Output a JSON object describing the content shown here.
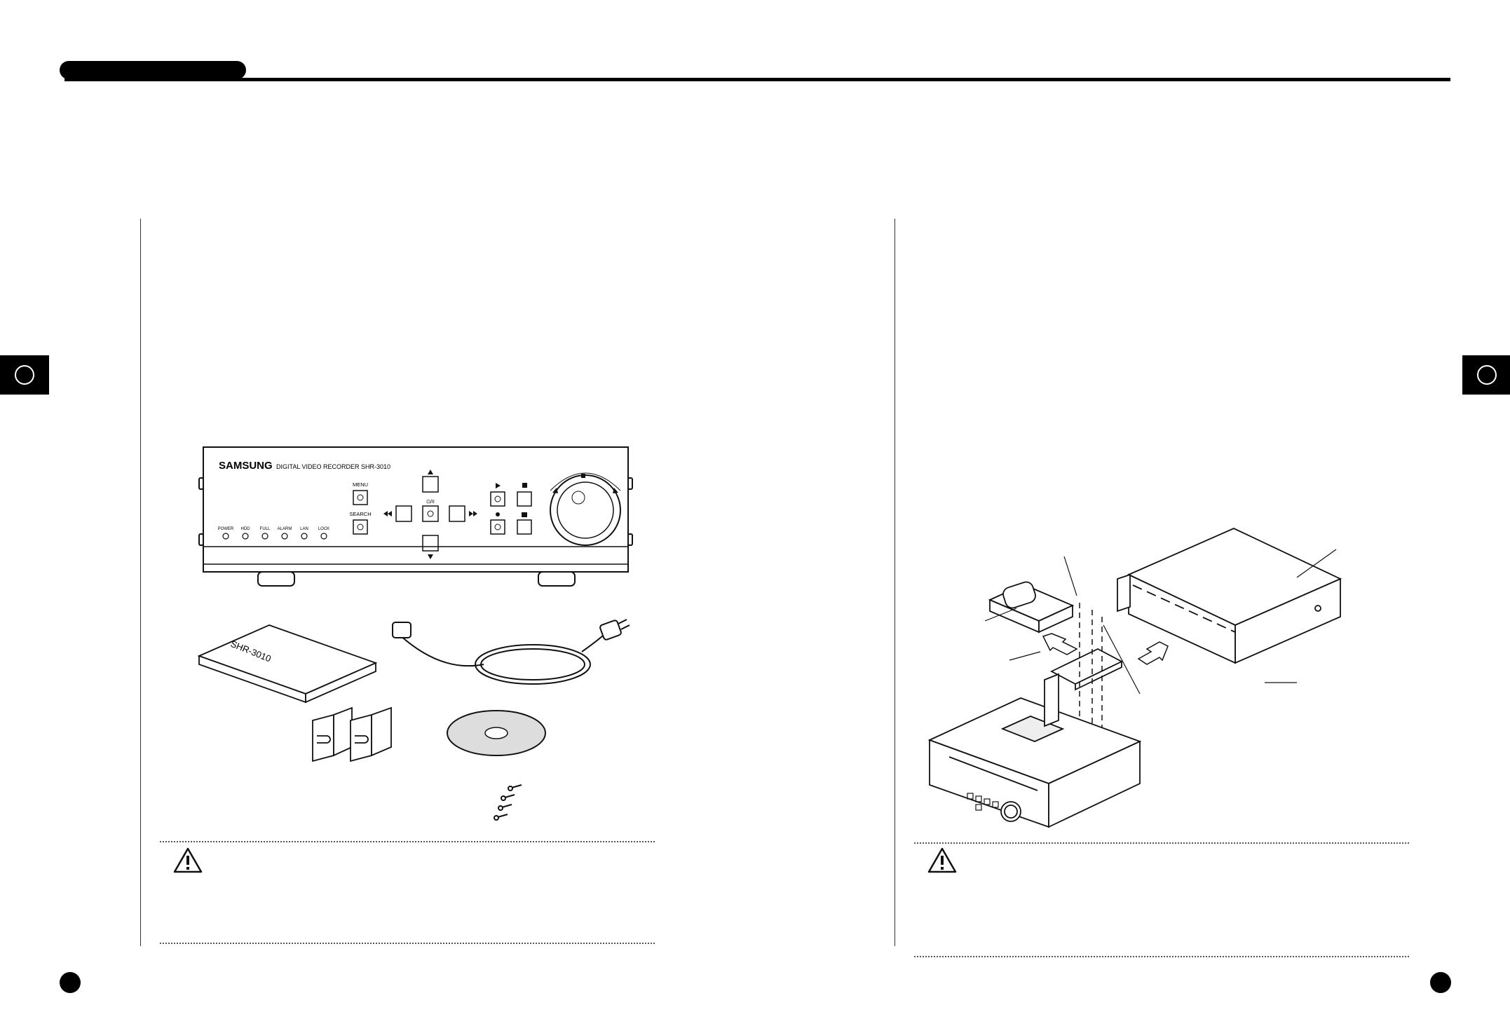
{
  "dvr_front": {
    "brand": "SAMSUNG",
    "model_text": "DIGITAL VIDEO RECORDER SHR-3010",
    "menu_label": "MENU",
    "search_label": "SEARCH",
    "center_label": "⊡/II",
    "leds": [
      "POWER",
      "HDD",
      "FULL",
      "ALARM",
      "LAN",
      "LOCK"
    ]
  },
  "manual_cover_text": "SHR-3010"
}
